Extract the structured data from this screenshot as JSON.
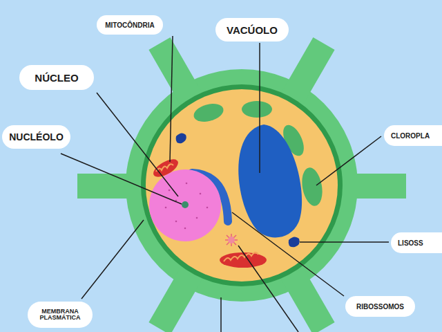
{
  "diagram": {
    "nodes": [
      {
        "text": [
          "MITOCÔNDRIA"
        ]
      },
      {
        "text": [
          "VACÚOLO"
        ]
      },
      {
        "text": [
          "NÚCLEO"
        ]
      },
      {
        "text": [
          "NUCLÉOLO"
        ]
      },
      {
        "text": [
          "CLOROPLA"
        ]
      },
      {
        "text": [
          "LISOSS"
        ]
      },
      {
        "text": [
          "RIBOSSOMOS"
        ]
      },
      {
        "text": [
          "MEMBRANA PLASMÁTICA"
        ]
      }
    ]
  }
}
